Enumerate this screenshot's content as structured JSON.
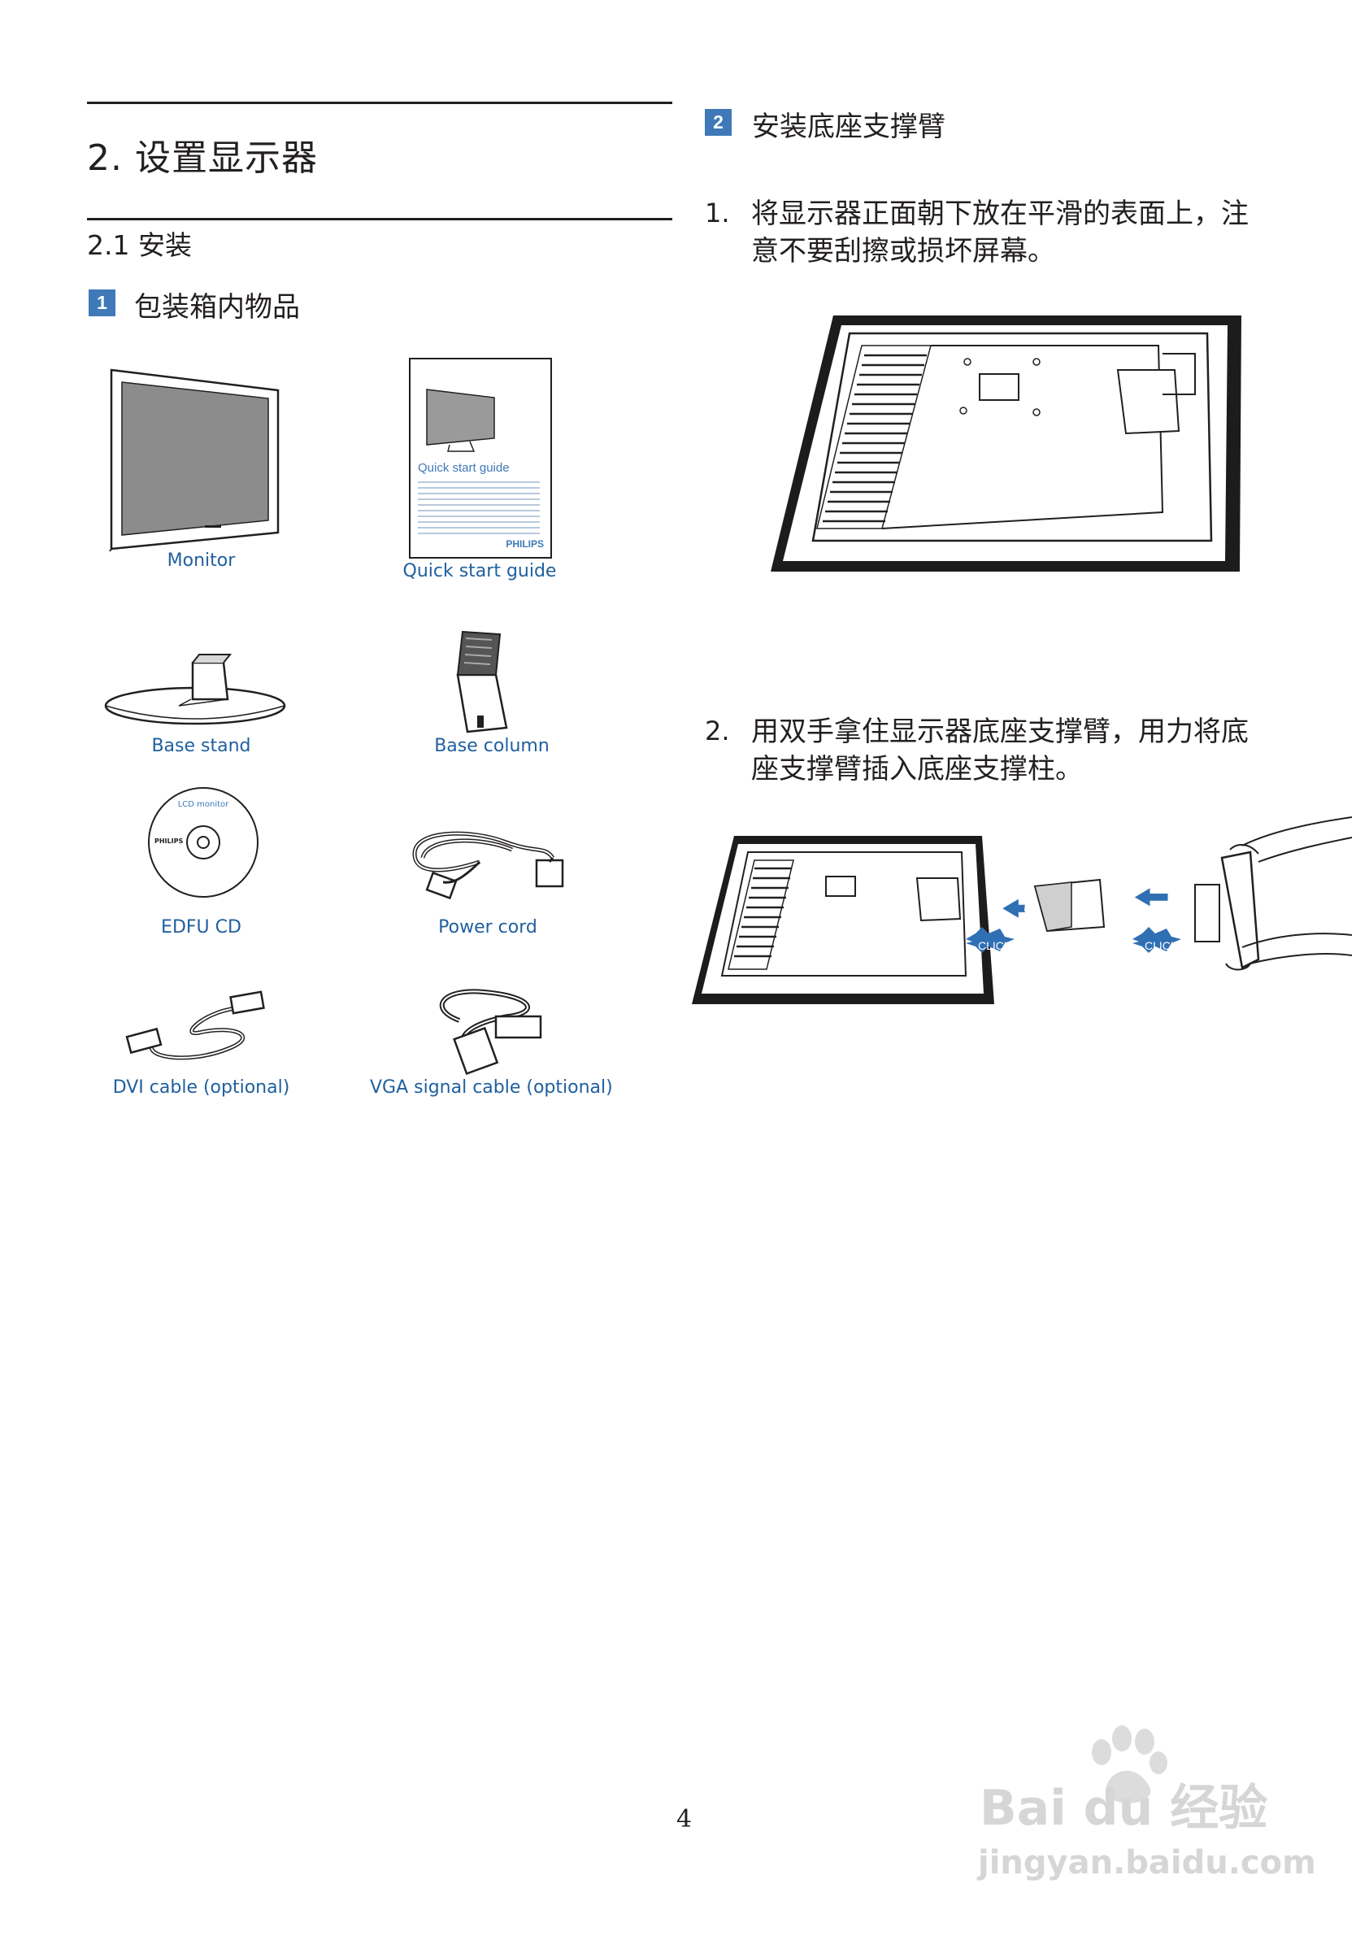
{
  "section": {
    "title": "2.  设置显示器",
    "subtitle": "2.1  安装"
  },
  "box1": {
    "number": "1",
    "title": "包装箱内物品"
  },
  "box2": {
    "number": "2",
    "title": "安装底座支撑臂"
  },
  "items": {
    "monitor": "Monitor",
    "quick_start": "Quick start guide",
    "base_stand": "Base stand",
    "base_column": "Base column",
    "edfu_cd": "EDFU CD",
    "power_cord": "Power cord",
    "dvi_cable": "DVI cable (optional)",
    "vga_cable": "VGA signal cable (optional)"
  },
  "qsg_cover": {
    "title": "Quick start guide",
    "brand": "PHILIPS"
  },
  "cd_label": {
    "title": "LCD monitor",
    "brand": "PHILIPS"
  },
  "steps": [
    {
      "num": "1.",
      "line1": "将显示器正面朝下放在平滑的表面上，注",
      "line2": "意不要刮擦或损坏屏幕。"
    },
    {
      "num": "2.",
      "line1": "用双手拿住显示器底座支撑臂，用力将底",
      "line2": "座支撑臂插入底座支撑柱。"
    }
  ],
  "click_labels": [
    "CLICK!",
    "CLICK!"
  ],
  "page_number": "4",
  "watermark": {
    "brand": "Bai du 经验",
    "url": "jingyan.baidu.com"
  },
  "colors": {
    "accent": "#3f79b8",
    "caption": "#1f5f9e",
    "text": "#231f20"
  }
}
